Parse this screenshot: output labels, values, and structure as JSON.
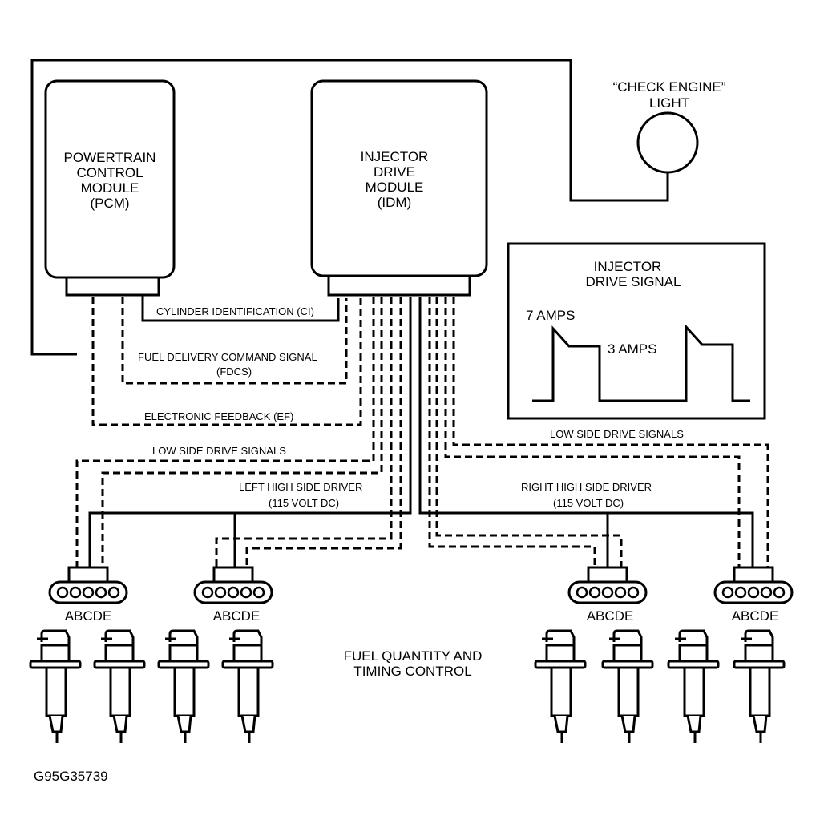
{
  "modules": {
    "pcm": {
      "lines": [
        "POWERTRAIN",
        "CONTROL",
        "MODULE",
        "(PCM)"
      ]
    },
    "idm": {
      "lines": [
        "INJECTOR",
        "DRIVE",
        "MODULE",
        "(IDM)"
      ]
    }
  },
  "check_engine": {
    "lines": [
      "“CHECK ENGINE”",
      "LIGHT"
    ]
  },
  "signal_box": {
    "title_lines": [
      "INJECTOR",
      "DRIVE SIGNAL"
    ],
    "high_label": "7 AMPS",
    "low_label": "3 AMPS"
  },
  "signals": {
    "ci": "CYLINDER IDENTIFICATION (CI)",
    "fdcs": "FUEL DELIVERY COMMAND SIGNAL",
    "fdcs_abbr": "(FDCS)",
    "ef": "ELECTRONIC FEEDBACK (EF)",
    "low_side_left": "LOW SIDE DRIVE SIGNALS",
    "low_side_right": "LOW SIDE DRIVE SIGNALS",
    "left_high": "LEFT HIGH SIDE DRIVER",
    "left_high_volt": "(115 VOLT DC)",
    "right_high": "RIGHT HIGH SIDE DRIVER",
    "right_high_volt": "(115 VOLT DC)"
  },
  "connectors": [
    "ABCDE",
    "ABCDE",
    "ABCDE",
    "ABCDE"
  ],
  "center_label": [
    "FUEL QUANTITY AND",
    "TIMING CONTROL"
  ],
  "figure_id": "G95G35739"
}
